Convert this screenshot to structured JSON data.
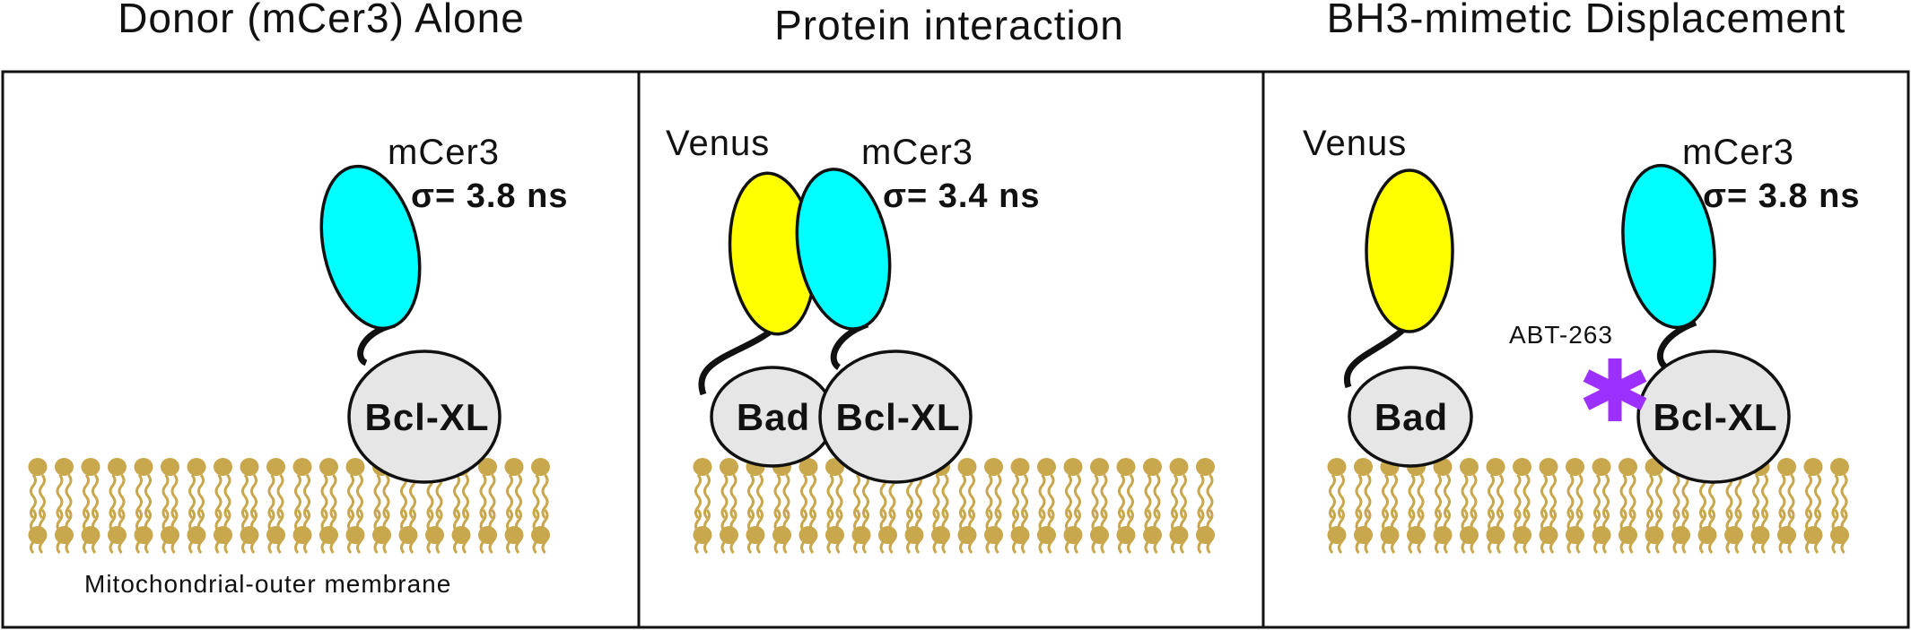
{
  "colors": {
    "mcer3": "#00ffff",
    "venus": "#ffff00",
    "protein": "#e6e6e6",
    "membrane": "#c9a74c",
    "drug": "#9b30ff",
    "outline": "#111111"
  },
  "panels": [
    {
      "title": "Donor (mCer3) Alone",
      "donor_label": "mCer3",
      "lifetime": "σ= 3.8 ns",
      "receptor": "Bcl-XL",
      "membrane_label": "Mitochondrial-outer membrane"
    },
    {
      "title": "Protein interaction",
      "acceptor_label": "Venus",
      "donor_label": "mCer3",
      "lifetime": "σ= 3.4 ns",
      "ligand": "Bad",
      "receptor": "Bcl-XL"
    },
    {
      "title": "BH3-mimetic Displacement",
      "acceptor_label": "Venus",
      "donor_label": "mCer3",
      "lifetime": "σ= 3.8 ns",
      "drug_label": "ABT-263",
      "ligand": "Bad",
      "receptor": "Bcl-XL"
    }
  ]
}
